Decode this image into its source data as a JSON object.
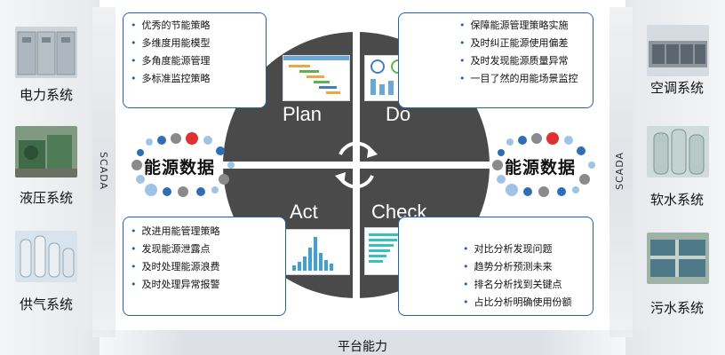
{
  "scada": {
    "left": "SCADA",
    "right": "SCADA"
  },
  "left_systems": [
    {
      "label": "电力系统",
      "icon": "electric-cabinet-photo"
    },
    {
      "label": "液压系统",
      "icon": "hydraulic-machinery-photo"
    },
    {
      "label": "供气系统",
      "icon": "gas-supply-tanks-photo"
    }
  ],
  "right_systems": [
    {
      "label": "空调系统",
      "icon": "air-conditioner-units-photo"
    },
    {
      "label": "软水系统",
      "icon": "water-softener-photo"
    },
    {
      "label": "污水系统",
      "icon": "sewage-tank-photo"
    }
  ],
  "plan_box": [
    "优秀的节能策略",
    "多维度用能模型",
    "多角度能源管理",
    "多标准监控策略"
  ],
  "do_box": [
    "保障能源管理策略实施",
    "及时纠正能源使用偏差",
    "及时发现能源质量异常",
    "一目了然的用能场景监控"
  ],
  "act_box": [
    "改进用能管理策略",
    "发现能源泄露点",
    "及时处理能源浪费",
    "及时处理异常报警"
  ],
  "check_box": [
    "对比分析发现问题",
    "趋势分析预测未来",
    "排名分析找到关键点",
    "占比分析明确使用份额"
  ],
  "quadrants": {
    "plan": "Plan",
    "do": "Do",
    "act": "Act",
    "check": "Check"
  },
  "energy": {
    "left": "能源数据",
    "right": "能源数据"
  },
  "platform": "平台能力",
  "colors": {
    "accent": "#1e63b5",
    "circle": "#4a4a4a",
    "red_dot": "#e03030",
    "blue_dot": "#2f6db5",
    "light_dot": "#9fc3e6",
    "grey_dot": "#8a8a8a"
  }
}
